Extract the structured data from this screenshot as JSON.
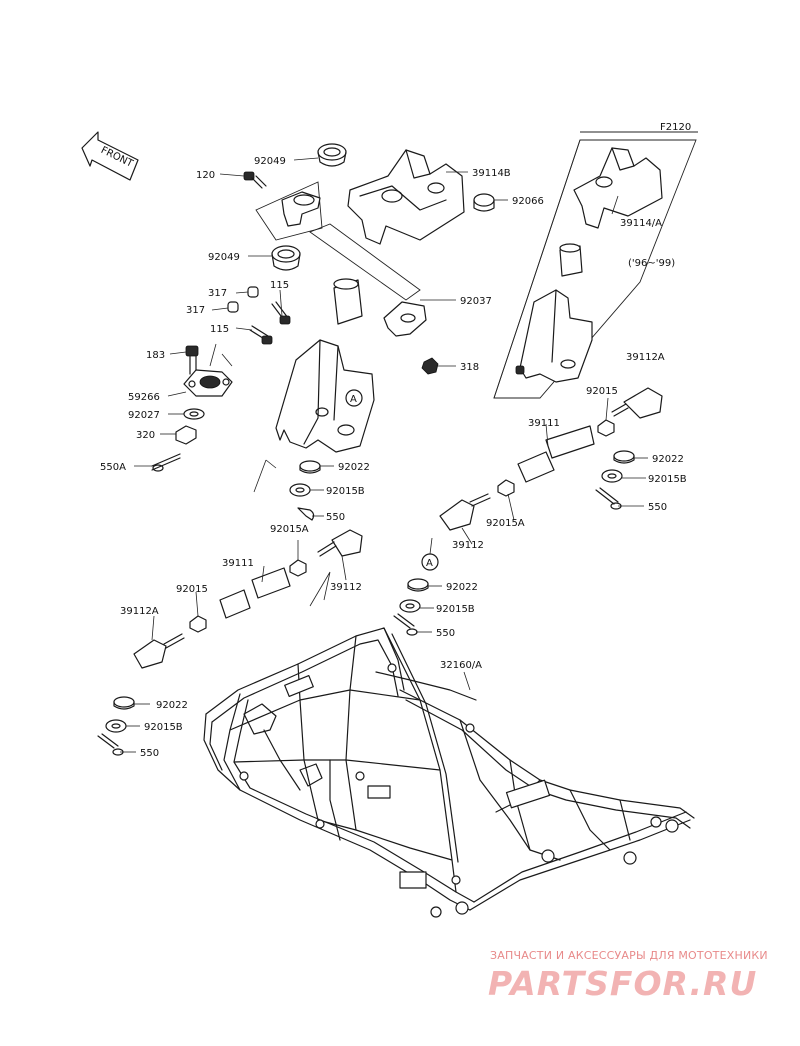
{
  "diagram_code": "F2120",
  "front_badge": "FRONT",
  "years_note": "('96~'99)",
  "callout_letter": "A",
  "labels": {
    "l_92049_top": "92049",
    "l_120": "120",
    "l_92049_bottom": "92049",
    "l_39114B": "39114B",
    "l_92066": "92066",
    "l_92037": "92037",
    "l_318": "318",
    "l_39114A": "39114/A",
    "l_317a": "317",
    "l_317b": "317",
    "l_115a": "115",
    "l_115b": "115",
    "l_183": "183",
    "l_59266": "59266",
    "l_92027": "92027",
    "l_320": "320",
    "l_550A": "550A",
    "l_92022_c": "92022",
    "l_92015B_c": "92015B",
    "l_550_c": "550",
    "l_39112A_r": "39112A",
    "l_92015_r": "92015",
    "l_39111_r": "39111",
    "l_92022_r": "92022",
    "l_92015B_r": "92015B",
    "l_550_r": "550",
    "l_92015A_r": "92015A",
    "l_39112_r": "39112",
    "l_92022_m": "92022",
    "l_92015B_m": "92015B",
    "l_550_m": "550",
    "l_32160A": "32160/A",
    "l_92015A_l": "92015A",
    "l_39111_l": "39111",
    "l_39112_l": "39112",
    "l_92015_l": "92015",
    "l_39112A_l": "39112A",
    "l_92022_l": "92022",
    "l_92015B_l": "92015B",
    "l_550_l": "550"
  },
  "watermark": {
    "caption": "ЗАПЧАСТИ И АКСЕССУАРЫ ДЛЯ МОТОТЕХНИКИ",
    "logo": "PARTSFOR.RU"
  }
}
